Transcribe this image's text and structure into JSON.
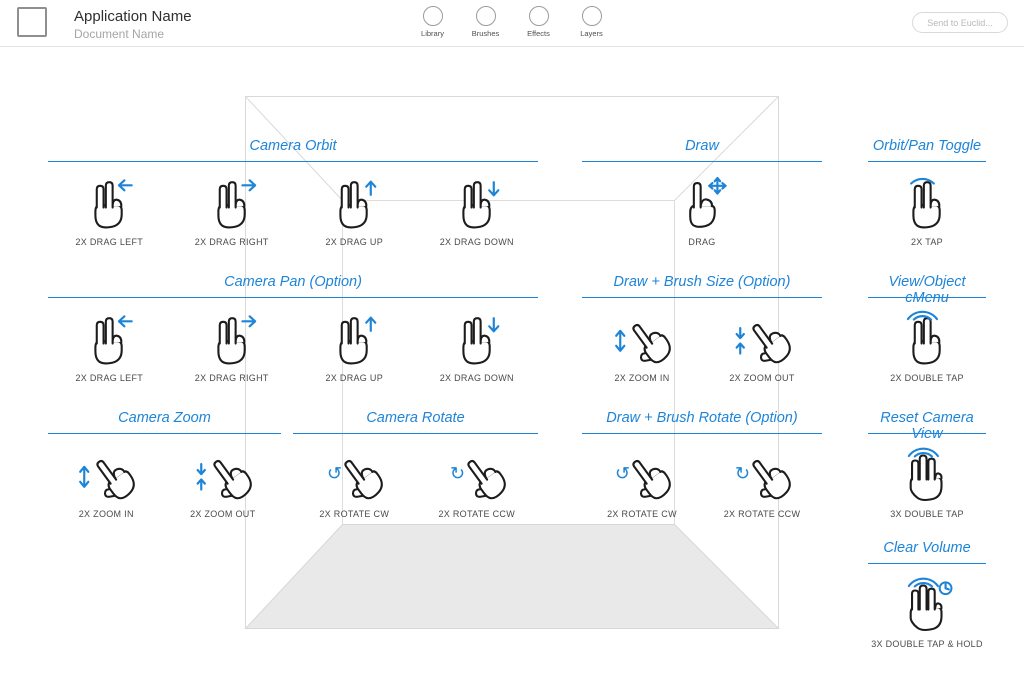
{
  "header": {
    "app_title": "Application Name",
    "doc_title": "Document Name",
    "tools": [
      {
        "label": "Library",
        "icon": "library-icon"
      },
      {
        "label": "Brushes",
        "icon": "brushes-icon"
      },
      {
        "label": "Effects",
        "icon": "effects-icon"
      },
      {
        "label": "Layers",
        "icon": "layers-icon"
      }
    ],
    "send_button": "Send to Euclid..."
  },
  "colors": {
    "accent_blue": "#1e84d8",
    "hand_stroke": "#1c1c1c",
    "wireframe_line": "#d9d9d9",
    "floor_fill": "#e9e9e9"
  },
  "sections": [
    {
      "id": "camera-orbit",
      "title": "Camera Orbit",
      "gestures": [
        {
          "icon": "two-finger-drag-left-icon",
          "kind": "drag-left-2f",
          "label": "2X DRAG LEFT"
        },
        {
          "icon": "two-finger-drag-right-icon",
          "kind": "drag-right-2f",
          "label": "2X DRAG RIGHT"
        },
        {
          "icon": "two-finger-drag-up-icon",
          "kind": "drag-up-2f",
          "label": "2X DRAG UP"
        },
        {
          "icon": "two-finger-drag-down-icon",
          "kind": "drag-down-2f",
          "label": "2X DRAG DOWN"
        }
      ]
    },
    {
      "id": "draw",
      "title": "Draw",
      "gestures": [
        {
          "icon": "one-finger-drag-icon",
          "kind": "drag-1f",
          "label": "DRAG"
        }
      ]
    },
    {
      "id": "orbit-pan-toggle",
      "title": "Orbit/Pan Toggle",
      "gestures": [
        {
          "icon": "two-finger-tap-icon",
          "kind": "tap-2f",
          "label": "2X TAP"
        }
      ]
    },
    {
      "id": "camera-pan",
      "title": "Camera Pan (Option)",
      "gestures": [
        {
          "icon": "two-finger-drag-left-icon",
          "kind": "drag-left-2f",
          "label": "2X DRAG LEFT"
        },
        {
          "icon": "two-finger-drag-right-icon",
          "kind": "drag-right-2f",
          "label": "2X DRAG RIGHT"
        },
        {
          "icon": "two-finger-drag-up-icon",
          "kind": "drag-up-2f",
          "label": "2X DRAG UP"
        },
        {
          "icon": "two-finger-drag-down-icon",
          "kind": "drag-down-2f",
          "label": "2X DRAG DOWN"
        }
      ]
    },
    {
      "id": "draw-brush-size",
      "title": "Draw + Brush Size (Option)",
      "gestures": [
        {
          "icon": "pinch-zoom-in-icon",
          "kind": "zoom-in-pinch",
          "label": "2X ZOOM IN"
        },
        {
          "icon": "pinch-zoom-out-icon",
          "kind": "zoom-out-pinch",
          "label": "2X ZOOM OUT"
        }
      ]
    },
    {
      "id": "view-object-cmenu",
      "title": "View/Object cMenu",
      "gestures": [
        {
          "icon": "two-finger-double-tap-icon",
          "kind": "double-tap-2f",
          "label": "2X DOUBLE TAP"
        }
      ]
    },
    {
      "id": "camera-zoom",
      "title": "Camera Zoom",
      "gestures": [
        {
          "icon": "pinch-zoom-in-icon",
          "kind": "zoom-in-pinch",
          "label": "2X ZOOM IN"
        },
        {
          "icon": "pinch-zoom-out-icon",
          "kind": "zoom-out-pinch",
          "label": "2X ZOOM OUT"
        }
      ]
    },
    {
      "id": "camera-rotate",
      "title": "Camera Rotate",
      "gestures": [
        {
          "icon": "rotate-cw-icon",
          "kind": "rotate-cw-pinch",
          "label": "2X ROTATE CW"
        },
        {
          "icon": "rotate-ccw-icon",
          "kind": "rotate-ccw-pinch",
          "label": "2X ROTATE CCW"
        }
      ]
    },
    {
      "id": "draw-brush-rotate",
      "title": "Draw + Brush Rotate (Option)",
      "gestures": [
        {
          "icon": "rotate-cw-icon",
          "kind": "rotate-cw-pinch",
          "label": "2X ROTATE CW"
        },
        {
          "icon": "rotate-ccw-icon",
          "kind": "rotate-ccw-pinch",
          "label": "2X ROTATE CCW"
        }
      ]
    },
    {
      "id": "reset-camera-view",
      "title": "Reset Camera View",
      "gestures": [
        {
          "icon": "three-finger-double-tap-icon",
          "kind": "double-tap-3f",
          "label": "3X DOUBLE TAP"
        }
      ]
    },
    {
      "id": "clear-volume",
      "title": "Clear Volume",
      "gestures": [
        {
          "icon": "three-finger-double-tap-hold-icon",
          "kind": "double-tap-hold-3f",
          "label": "3X DOUBLE TAP & HOLD"
        }
      ]
    }
  ]
}
